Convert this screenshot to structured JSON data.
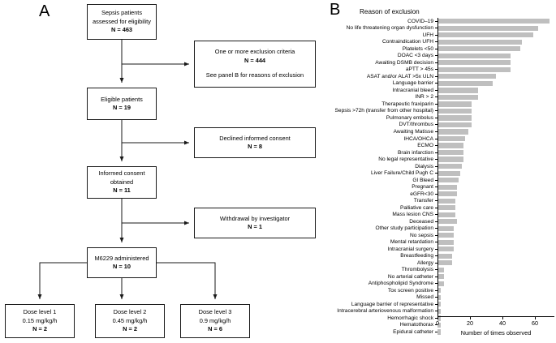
{
  "panels": {
    "a_letter": "A",
    "b_letter": "B"
  },
  "flowchart": {
    "boxes": {
      "screened": {
        "l1": "Sepsis patients",
        "l2": "assessed for eligibility",
        "l3": "N = 463"
      },
      "excluded": {
        "l1": "One or more exclusion criteria",
        "l2": "N = 444",
        "l3": "See panel B for reasons of exclusion"
      },
      "eligible": {
        "l1": "Eligible patients",
        "l2": "N = 19"
      },
      "declined": {
        "l1": "Declined informed consent",
        "l2": "N = 8"
      },
      "consent": {
        "l1": "Informed consent",
        "l2": "obtained",
        "l3": "N = 11"
      },
      "withdrawal": {
        "l1": "Withdrawal by investigator",
        "l2": "N = 1"
      },
      "administered": {
        "l1": "M6229 administered",
        "l2": "N = 10"
      },
      "dose1": {
        "l1": "Dose level 1",
        "l2": "0.15 mg/kg/h",
        "l3": "N = 2"
      },
      "dose2": {
        "l1": "Dose level 2",
        "l2": "0.45 mg/kg/h",
        "l3": "N = 2"
      },
      "dose3": {
        "l1": "Dose level 3",
        "l2": "0.9 mg/kg/h",
        "l3": "N = 6"
      }
    }
  },
  "chart_data": {
    "type": "bar",
    "orientation": "horizontal",
    "title": "Reason of exclusion",
    "xlabel": "Number of times observed",
    "ylabel": "",
    "xlim": [
      0,
      72
    ],
    "xticks": [
      0,
      20,
      40,
      60
    ],
    "grid": false,
    "legend": null,
    "bar_color": "#bfbfbf",
    "categories": [
      "COVID‒19",
      "No life threatening organ dysfunction",
      "UFH",
      "Contraindication UFH",
      "Platelets <50",
      "DOAC <3 days",
      "Awaiting DSMB decision",
      "aPTT > 45s",
      "ASAT and/or ALAT >5x ULN",
      "Language barrier",
      "Intracranial bleed",
      "INR > 2",
      "Therapeutic fraxiparin",
      "Sepsis >72h (transfer from other hospital)",
      "Pulmonary embolus",
      "DVT/thrombus",
      "Awaiting Matisse",
      "IHCA/OHCA",
      "ECMO",
      "Brain infarction",
      "No legal representative",
      "Dialysis",
      "Liver Failure/Child Pugh C",
      "GI Bleed",
      "Pregnant",
      "eGFR<30",
      "Transfer",
      "Palliative care",
      "Mass lesion CNS",
      "Deceased",
      "Other study participation",
      "No sepsis",
      "Mental retardation",
      "Intracranial surgery",
      "Breastfeeding",
      "Allergy",
      "Thrombolysis",
      "No arterial catheter",
      "Antiphospholipid Syndrome",
      "Tox screen positive",
      "Missed",
      "Language barrier of representative",
      "Intracerebral arteriovenous malformation",
      "Hemorrhagic shock",
      "Hematothorax",
      "Epidural catheter"
    ],
    "values": [
      69,
      62,
      59,
      52,
      51,
      45,
      45,
      45,
      36,
      34,
      25,
      25,
      21,
      21,
      21,
      21,
      19,
      17,
      16,
      16,
      16,
      15,
      14,
      13,
      12,
      12,
      11,
      11,
      11,
      12,
      10,
      10,
      10,
      10,
      9,
      9,
      4,
      4,
      4,
      2,
      2,
      2,
      2,
      2,
      2,
      2
    ]
  }
}
